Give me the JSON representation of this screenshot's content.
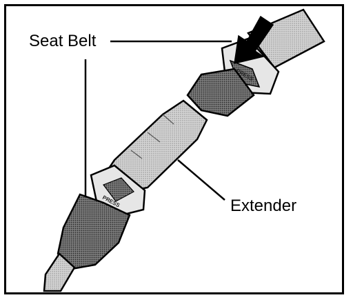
{
  "labels": {
    "seat_belt": "Seat Belt",
    "extender": "Extender"
  },
  "buckle_text": {
    "upper": "PRESS",
    "lower": "PRESS"
  },
  "icons": {
    "arrow": "down-left-arrow-icon"
  },
  "colors": {
    "ink": "#000000",
    "webbing": "#c9c9c9",
    "buckle": "#6f6f6f",
    "background": "#ffffff"
  }
}
